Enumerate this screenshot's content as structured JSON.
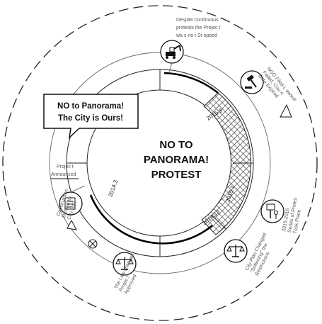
{
  "title_lines": [
    "NO TO",
    "PANORAMA!",
    "PROTEST"
  ],
  "speech_bubble": [
    "NO to Panorama!",
    "The City is Ours!"
  ],
  "dates": {
    "d2014_3": "2014.3",
    "d2014_12": "2014.12",
    "d2015_1": "2015.1",
    "d2015_9": "2015.9"
  },
  "events": {
    "announced": [
      "Projec    t",
      "Announced"
    ],
    "constructor": [
      "Construction",
      "Denied by",
      "City Hall"
    ],
    "law_changed": [
      "The l  aw changed",
      "Projec   t",
      "Approved"
    ],
    "softening": [
      "City Plan Changed",
      "\"Softening\"   the",
      "Restrictions"
    ],
    "protests_2015": [
      "2015-2016",
      "Series of Protes",
      "Took Place"
    ],
    "ngo_lawsuit": [
      "NGO Filed L    awsuit",
      "Failed, Cou  rt",
      "Date Expired"
    ],
    "continuing": [
      "Despite continuous",
      "protests     the Projec    t",
      "wa s no   t St opped"
    ]
  },
  "icons": [
    "excavator-icon",
    "gavel-icon",
    "protest-sign-icon",
    "scales-icon",
    "scales-icon",
    "document-icon",
    "cross-icon"
  ],
  "colors": {
    "ink": "#111111",
    "hatch": "#444444",
    "label": "#555555"
  }
}
